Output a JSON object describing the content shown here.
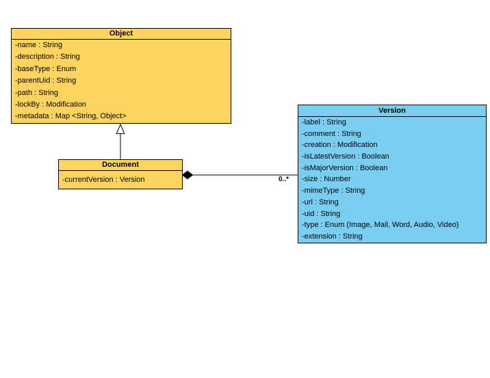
{
  "diagram": {
    "type": "uml-class-diagram",
    "background": "#FFFFFF",
    "colors": {
      "yellow_class_fill": "#FCD45F",
      "blue_class_fill": "#79CEF1",
      "border": "#000000",
      "text": "#000000"
    },
    "classes": [
      {
        "name": "Object",
        "fill": "yellow",
        "attributes": [
          "-name : String",
          "-description : String",
          "-baseType : Enum",
          "-parentUid : String",
          "-path : String",
          "-lockBy : Modification",
          "-metadata : Map <String, Object>"
        ]
      },
      {
        "name": "Document",
        "fill": "yellow",
        "attributes": [
          "-currentVersion : Version"
        ]
      },
      {
        "name": "Version",
        "fill": "blue",
        "attributes": [
          "-label : String",
          "-comment : String",
          "-creation : Modification",
          "-isLatestVersion : Boolean",
          "-isMajorVersion : Boolean",
          "-size : Number",
          "-mimeType : String",
          "-url : String",
          "-uid : String",
          "-type : Enum (Image, Mail, Word, Audio, Video)",
          "-extension : String"
        ]
      }
    ],
    "relations": {
      "generalization": {
        "from": "Document",
        "to": "Object",
        "arrowhead": "hollow-triangle"
      },
      "composition": {
        "from": "Document",
        "to": "Version",
        "arrowhead": "filled-diamond",
        "multiplicity": "0..*"
      }
    }
  }
}
